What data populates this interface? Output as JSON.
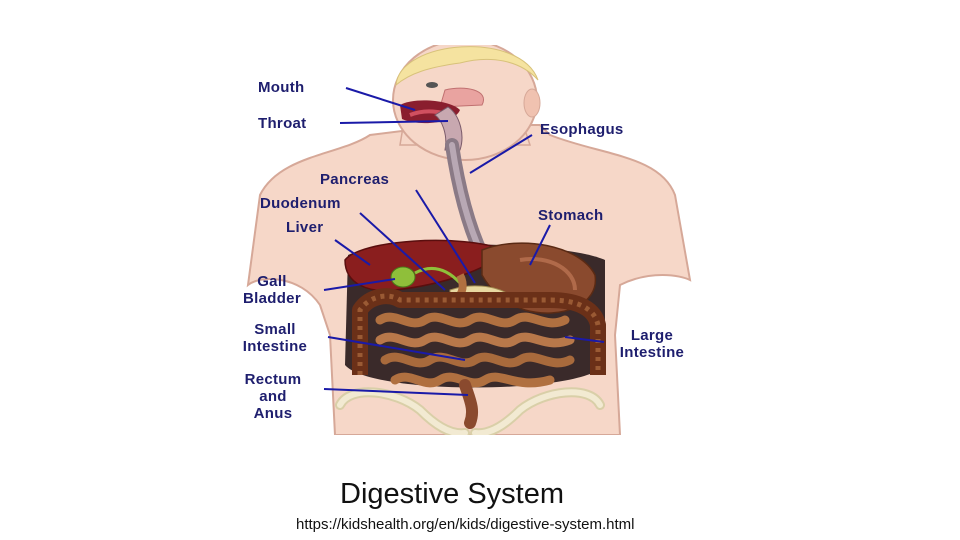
{
  "diagram": {
    "labels": {
      "mouth": "Mouth",
      "throat": "Throat",
      "esophagus": "Esophagus",
      "pancreas": "Pancreas",
      "duodenum": "Duodenum",
      "liver": "Liver",
      "stomach": "Stomach",
      "gall_bladder_1": "Gall",
      "gall_bladder_2": "Bladder",
      "small_intestine_1": "Small",
      "small_intestine_2": "Intestine",
      "large_intestine_1": "Large",
      "large_intestine_2": "Intestine",
      "rectum_1": "Rectum",
      "rectum_2": "and",
      "rectum_3": "Anus"
    },
    "colors": {
      "label": "#1e1e6e",
      "leader_line": "#1a1aa8",
      "skin": "#f6d7c8",
      "liver": "#8a1e1e",
      "stomach": "#8a4a2e",
      "intestine": "#b07040",
      "large_intestine": "#6b3018",
      "gall_bladder": "#8fbf3a",
      "bone": "#f2ead2"
    }
  },
  "caption": "Digestive System",
  "source": "https://kidshealth.org/en/kids/digestive-system.html"
}
